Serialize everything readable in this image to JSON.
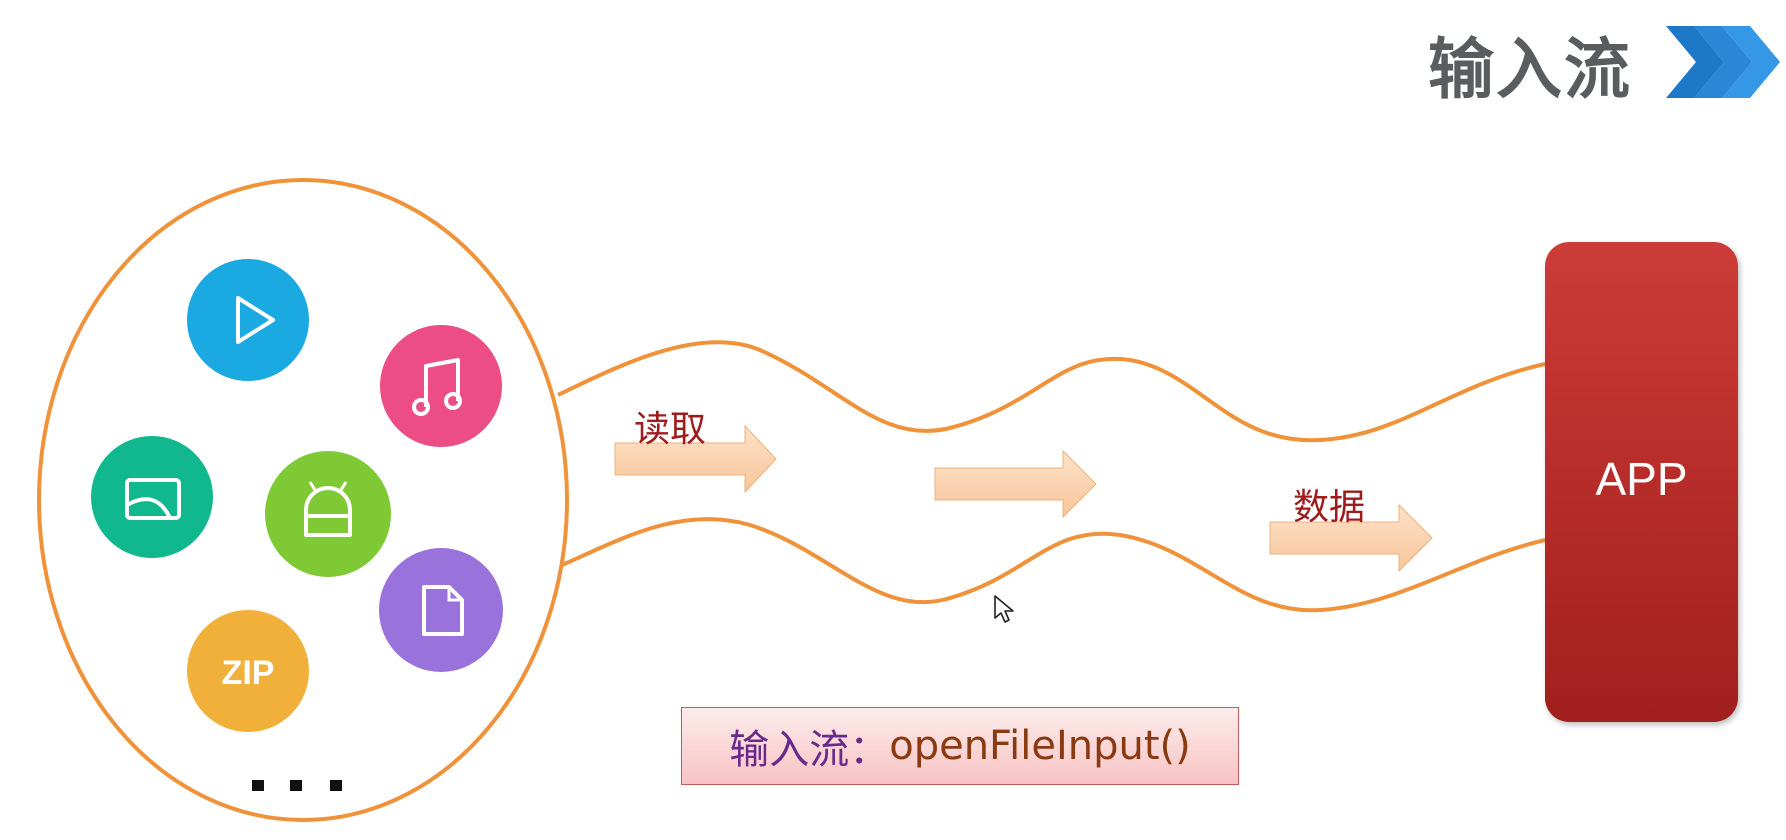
{
  "title": "输入流",
  "labels": {
    "read": "读取",
    "data": "数据"
  },
  "app": {
    "label": "APP"
  },
  "caption": {
    "prefix": "输入流：",
    "function": "openFileInput()"
  },
  "source_icons": [
    {
      "name": "play-icon",
      "color": "#1ba9e1"
    },
    {
      "name": "music-icon",
      "color": "#ec4d84"
    },
    {
      "name": "image-icon",
      "color": "#11b88e"
    },
    {
      "name": "android-icon",
      "color": "#7ec934"
    },
    {
      "name": "document-icon",
      "color": "#9a72dc"
    },
    {
      "name": "zip-icon",
      "color": "#f0b03a",
      "text": "ZIP"
    }
  ],
  "colors": {
    "outline": "#f0923a",
    "arrow_fill": "#fcd7b6",
    "app_red": "#c0322f",
    "title_gray": "#5a5d60",
    "chevron_blue": "#1d78c8"
  }
}
